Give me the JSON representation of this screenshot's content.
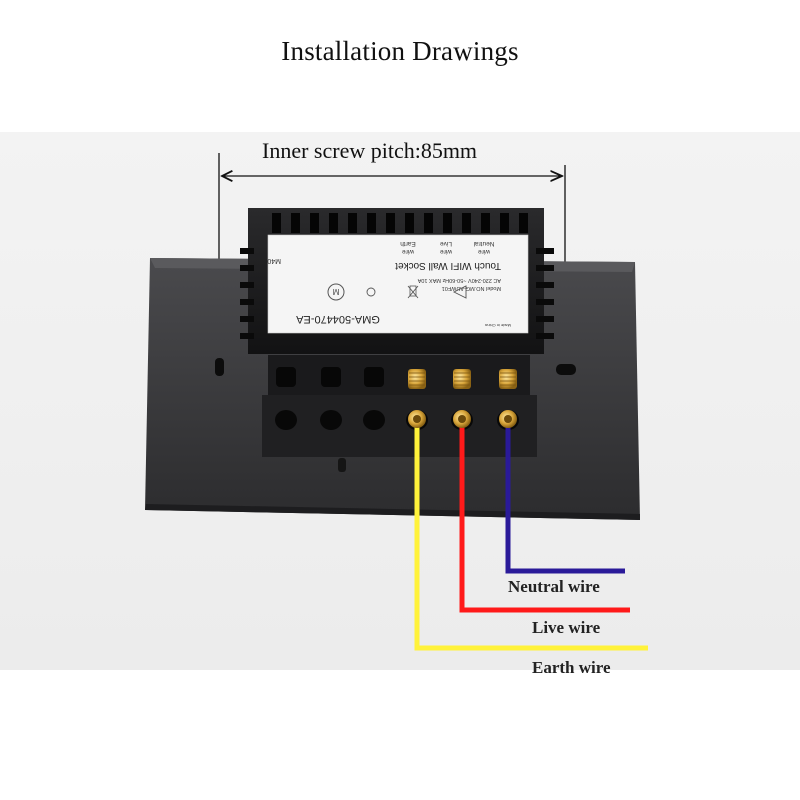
{
  "title": "Installation Drawings",
  "dimension": {
    "label": "Inner screw pitch:85mm"
  },
  "sticker": {
    "model": "GMA-504470-EA",
    "product": "Touch WIFI Wall Socket",
    "rating": "AC 220-240V ~50-60Hz MAX 10A",
    "model_no": "Model NO.MG-AUWF01",
    "origin": "Made in China",
    "mark": "M40",
    "terminal_labels": [
      {
        "line1": "Neutral",
        "line2": "wire"
      },
      {
        "line1": "Live",
        "line2": "wire"
      },
      {
        "line1": "Earth",
        "line2": "wire"
      }
    ]
  },
  "wires": [
    {
      "label": "Neutral wire",
      "color": "#2a1a99"
    },
    {
      "label": "Live wire",
      "color": "#ff1a1a"
    },
    {
      "label": "Earth wire",
      "color": "#fff23a"
    }
  ],
  "colors": {
    "panel": "#3a3a3c",
    "module": "#1b1b1d",
    "sticker": "#f4f4f4"
  }
}
